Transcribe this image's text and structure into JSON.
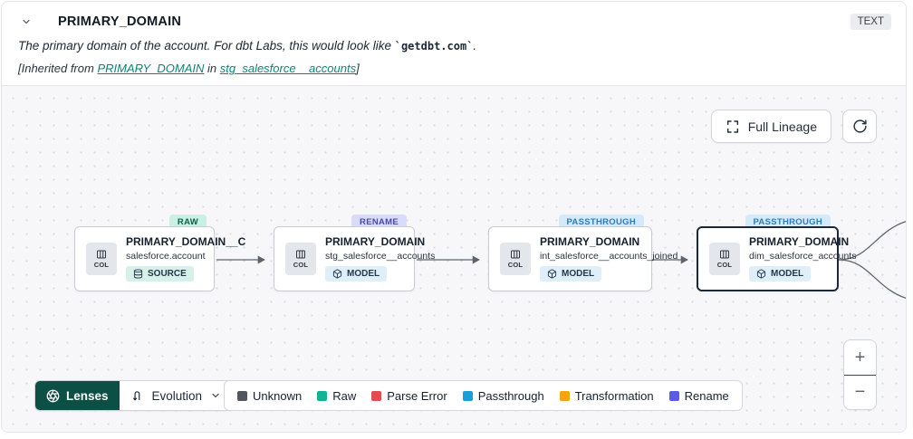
{
  "header": {
    "title": "PRIMARY_DOMAIN",
    "type_badge": "TEXT",
    "description": {
      "before_code": "The primary domain of the account. For dbt Labs, this would look like ",
      "code": "`getdbt.com`",
      "after_code": "."
    },
    "inherited": {
      "prefix": "[Inherited from ",
      "column_link": "PRIMARY_DOMAIN",
      "middle": " in ",
      "model_link": "stg_salesforce__accounts",
      "suffix": "]"
    }
  },
  "lineage": {
    "full_lineage_button": "Full Lineage",
    "nodes": [
      {
        "evolution_badge": "RAW",
        "title": "PRIMARY_DOMAIN__C",
        "subtitle": "salesforce.account",
        "col_label": "COL",
        "resource_badge": "SOURCE",
        "selected": false
      },
      {
        "evolution_badge": "RENAME",
        "title": "PRIMARY_DOMAIN",
        "subtitle": "stg_salesforce__accounts",
        "col_label": "COL",
        "resource_badge": "MODEL",
        "selected": false
      },
      {
        "evolution_badge": "PASSTHROUGH",
        "title": "PRIMARY_DOMAIN",
        "subtitle": "int_salesforce__accounts_joined",
        "col_label": "COL",
        "resource_badge": "MODEL",
        "selected": false
      },
      {
        "evolution_badge": "PASSTHROUGH",
        "title": "PRIMARY_DOMAIN",
        "subtitle": "dim_salesforce_accounts",
        "col_label": "COL",
        "resource_badge": "MODEL",
        "selected": true
      }
    ]
  },
  "toolbar": {
    "lenses_button": "Lenses",
    "lens_dropdown_value": "Evolution",
    "legend": [
      {
        "label": "Unknown",
        "color": "#53575d"
      },
      {
        "label": "Raw",
        "color": "#12b295"
      },
      {
        "label": "Parse Error",
        "color": "#e44b50"
      },
      {
        "label": "Passthrough",
        "color": "#189fd8"
      },
      {
        "label": "Transformation",
        "color": "#f2a50d"
      },
      {
        "label": "Rename",
        "color": "#5b5be6"
      }
    ]
  },
  "zoom_controls": {
    "zoom_in_label": "+",
    "zoom_out_label": "−"
  },
  "colors": {
    "lenses_accent": "#0c4f44",
    "link_teal": "#0e8476",
    "raw_badge_bg": "#c7f1e1",
    "rename_badge_bg": "#dadbfa",
    "passthrough_badge_bg": "#d4eafb"
  }
}
